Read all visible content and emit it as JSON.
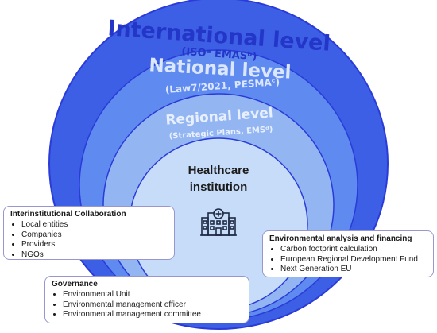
{
  "levels": {
    "international": {
      "title": "International level",
      "subtitle": "(ISOᵃ EMASᵇ)"
    },
    "national": {
      "title": "National level",
      "subtitle": "(Law7/2021, PESMAᶜ)"
    },
    "regional": {
      "title": "Regional level",
      "subtitle": "(Strategic Plans, EMSᵈ)"
    }
  },
  "center": {
    "line1": "Healthcare",
    "line2": "institution",
    "icon": "hospital-icon"
  },
  "boxes": {
    "interinstitutional": {
      "title": "Interinstitutional Collaboration",
      "items": [
        "Local entities",
        "Companies",
        "Providers",
        "NGOs"
      ]
    },
    "environmental": {
      "title": "Environmental analysis and financing",
      "items": [
        "Carbon footprint calculation",
        "European Regional Development Fund",
        "Next Generation EU"
      ]
    },
    "governance": {
      "title": "Governance",
      "items": [
        "Environmental Unit",
        "Environmental management officer",
        "Environmental management committee"
      ]
    }
  },
  "colors": {
    "international_fill": "#3c5fe6",
    "national_fill": "#5f8bf0",
    "regional_fill": "#93b6f2",
    "center_fill": "#c7dcf8",
    "outline": "#2a3bd8",
    "international_text": "#2436c8",
    "national_text": "#dbe6ff",
    "regional_text": "#e8f0ff",
    "box_border": "#9896cf"
  }
}
